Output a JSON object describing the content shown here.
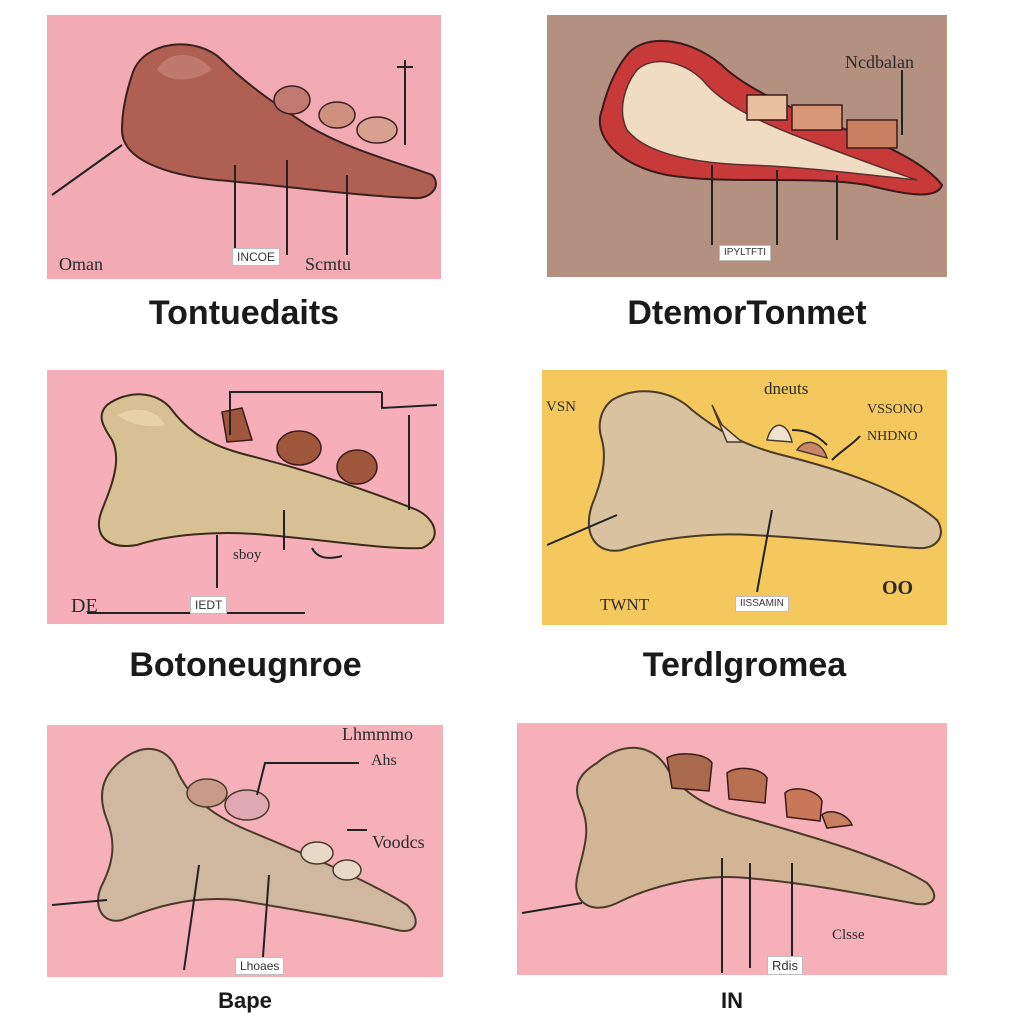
{
  "panels": [
    {
      "caption": "Tontuedaits",
      "bg": "#f2aab3",
      "labels": {
        "left": "Oman",
        "box": "INCOE",
        "right": "Scmtu"
      }
    },
    {
      "caption": "DtemorTonmet",
      "bg": "#b39080",
      "labels": {
        "top_right": "Ncdbalan",
        "box": "IPYLTFTI"
      }
    },
    {
      "caption": "Botoneugnroe",
      "bg": "#f6afb8",
      "labels": {
        "left": "DE",
        "box": "IEDT",
        "mid": "sboy"
      }
    },
    {
      "caption": "Terdlgromea",
      "bg": "#f5c85e",
      "labels": {
        "top_left": "VSN",
        "top_mid": "dneuts",
        "right_1": "VSSONO",
        "right_2": "NHDNO",
        "bottom_left": "TWNT",
        "box": "IISSAMIN",
        "bottom_right": "OO"
      }
    },
    {
      "caption": "Bape",
      "bg": "#f6b0b8",
      "labels": {
        "top_right": "Lhmmmo",
        "mid_right": "Voodcs",
        "box": "Lhoaes",
        "mid": "Ahs"
      }
    },
    {
      "caption": "IN",
      "bg": "#f6b0b8",
      "labels": {
        "box": "Rdis",
        "right": "Clsse"
      }
    }
  ],
  "colors": {
    "bone": "#d8c095",
    "bone_shadow": "#a88a60",
    "tooth": "#a0583c",
    "tongue": "#b05a50",
    "gum_red": "#c83a3a",
    "line": "#222222"
  }
}
